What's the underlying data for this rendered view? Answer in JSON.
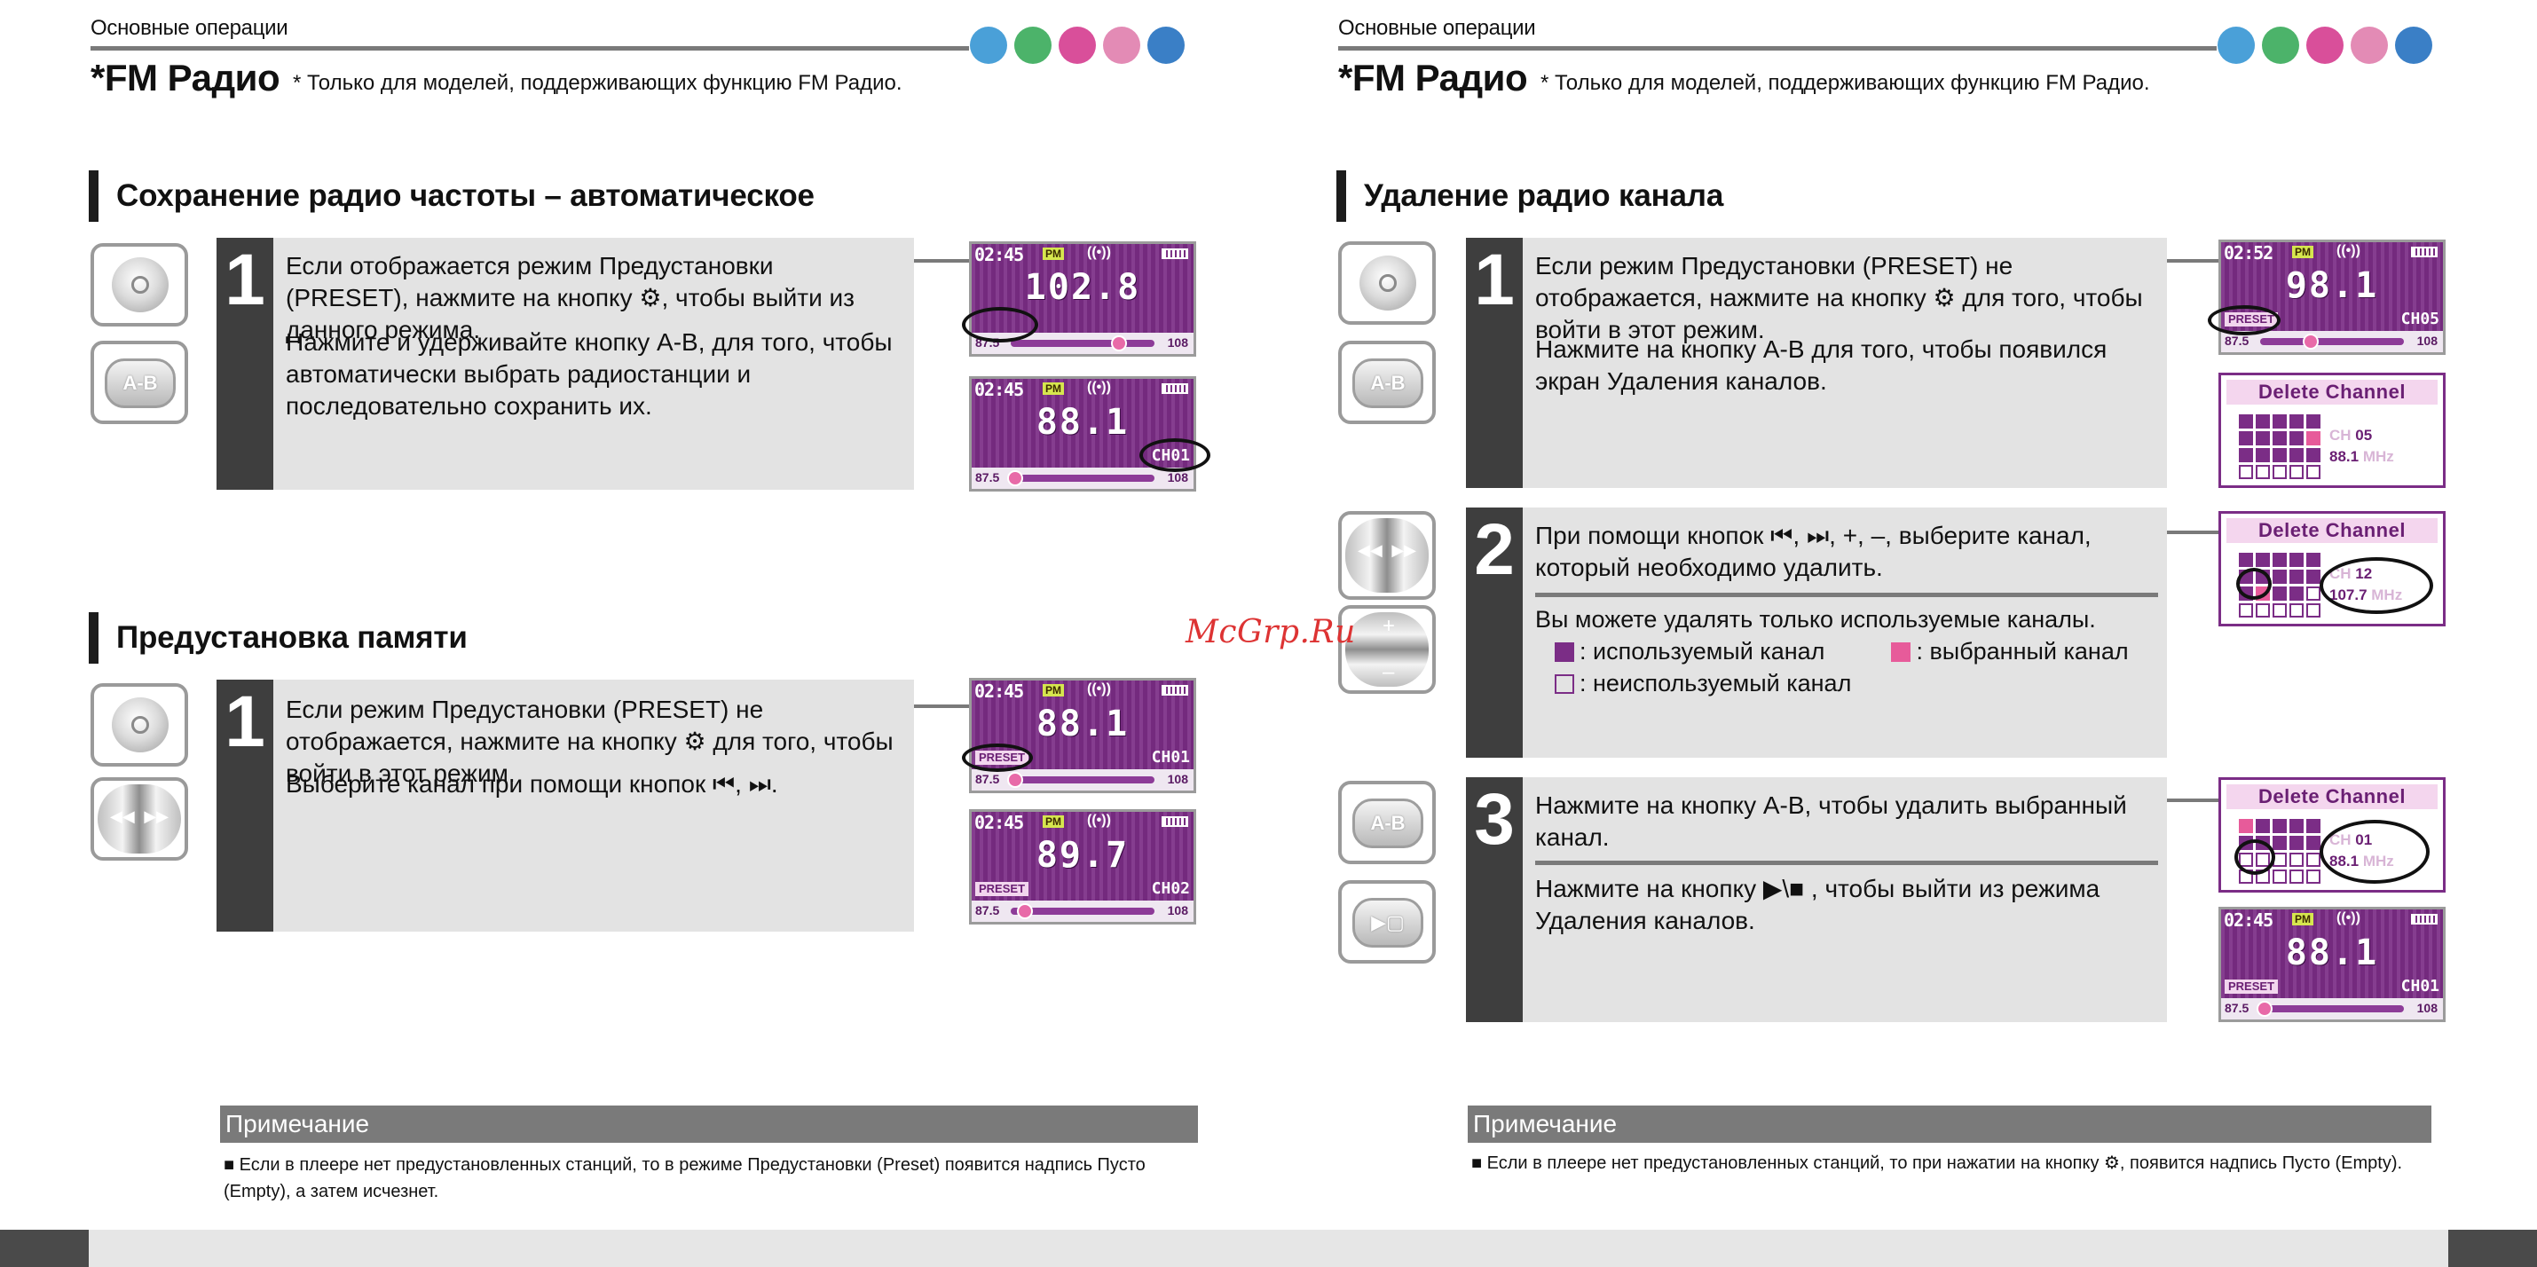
{
  "header": {
    "section": "Основные операции",
    "title": "*FM Радио",
    "subtitle": "* Только для моделей, поддерживающих функцию FM Радио.",
    "mode_icons": [
      "music-note-icon",
      "speech-icon",
      "camera-icon",
      "microphone-icon",
      "gear-icon"
    ],
    "icon_colors": [
      "#4aa0d8",
      "#4cb36a",
      "#d94f9a",
      "#d86aa0",
      "#3a7fc6"
    ]
  },
  "left": {
    "auto_save": {
      "heading": "Сохранение радио частоты – автоматическое",
      "step": {
        "number": "1",
        "p1": "Если отображается режим Предустановки (PRESET), нажмите на кнопку ⚙, чтобы выйти из данного режима.",
        "p2": "Нажмите и удерживайте кнопку A-B, для того, чтобы автоматически выбрать радиостанции и последовательно сохранить их."
      },
      "buttons": [
        {
          "label": "",
          "kind": "menu-knob"
        },
        {
          "label": "A-B",
          "kind": "ab"
        }
      ],
      "screens": [
        {
          "time": "02:45",
          "pm": "PM",
          "signal": "((•))",
          "freq": "102.8",
          "preset": "",
          "ch": "",
          "low": "87.5",
          "high": "108",
          "pos": 0.75
        },
        {
          "time": "02:45",
          "pm": "PM",
          "signal": "((•))",
          "freq": "88.1",
          "preset": "",
          "ch": "CH01",
          "low": "87.5",
          "high": "108",
          "pos": 0.03
        }
      ]
    },
    "preset": {
      "heading": "Предустановка памяти",
      "step": {
        "number": "1",
        "p1": "Если режим Предустановки (PRESET) не отображается, нажмите на кнопку ⚙ для того, чтобы войти в этот режим.",
        "p2": "Выберите канал при помощи кнопок ⏮, ⏭."
      },
      "buttons": [
        {
          "label": "",
          "kind": "menu-knob"
        },
        {
          "label": "◀◀ ▶▶",
          "kind": "skip"
        }
      ],
      "screens": [
        {
          "time": "02:45",
          "pm": "PM",
          "signal": "((•))",
          "freq": "88.1",
          "preset": "PRESET",
          "ch": "CH01",
          "low": "87.5",
          "high": "108",
          "pos": 0.03
        },
        {
          "time": "02:45",
          "pm": "PM",
          "signal": "((•))",
          "freq": "89.7",
          "preset": "PRESET",
          "ch": "CH02",
          "low": "87.5",
          "high": "108",
          "pos": 0.1
        }
      ]
    },
    "note": {
      "title": "Примечание",
      "text": "■ Если в плеере нет предустановленных станций, то в режиме Предустановки (Preset) появится надпись Пусто (Empty), а затем исчезнет."
    }
  },
  "right": {
    "delete": {
      "heading": "Удаление радио канала",
      "step1": {
        "number": "1",
        "p1": "Если режим Предустановки (PRESET) не отображается, нажмите на кнопку ⚙ для того, чтобы войти в этот режим.",
        "p2": "Нажмите на кнопку A-B для того, чтобы появился экран Удаления каналов."
      },
      "step2": {
        "number": "2",
        "p1": "При помощи кнопок ⏮, ⏭, +, –, выберите канал, который необходимо удалить.",
        "p2": "Вы можете удалять только используемые каналы.",
        "legend_used": ": используемый канал",
        "legend_selected": ": выбранный канал",
        "legend_unused": ": неиспользуемый канал"
      },
      "step3": {
        "number": "3",
        "p1": "Нажмите на кнопку A-B, чтобы удалить выбранный канал.",
        "p2": "Нажмите на кнопку ▶\\■ , чтобы выйти из режима Удаления каналов."
      },
      "screen_step1": {
        "time": "02:52",
        "pm": "PM",
        "signal": "((•))",
        "freq": "98.1",
        "preset": "PRESET",
        "ch": "CH05",
        "low": "87.5",
        "high": "108",
        "pos": 0.35
      },
      "screen_step3": {
        "time": "02:45",
        "pm": "PM",
        "signal": "((•))",
        "freq": "88.1",
        "preset": "PRESET",
        "ch": "CH01",
        "low": "87.5",
        "high": "108",
        "pos": 0.03
      },
      "delete_screens": [
        {
          "title": "Delete Channel",
          "ch_label": "CH",
          "ch": "05",
          "freq": "88.1",
          "unit": "MHz"
        },
        {
          "title": "Delete Channel",
          "ch_label": "CH",
          "ch": "12",
          "freq": "107.7",
          "unit": "MHz"
        },
        {
          "title": "Delete Channel",
          "ch_label": "CH",
          "ch": "01",
          "freq": "88.1",
          "unit": "MHz"
        }
      ]
    },
    "note": {
      "title": "Примечание",
      "text": "■ Если в плеере нет предустановленных станций, то при нажатии на кнопку ⚙, появится надпись Пусто (Empty)."
    }
  },
  "watermark": "McGrp.Ru",
  "colors": {
    "lcd": "#7b2d86",
    "selected": "#e75b9a",
    "box": "#e3e3e3",
    "step": "#3e3e3e"
  }
}
